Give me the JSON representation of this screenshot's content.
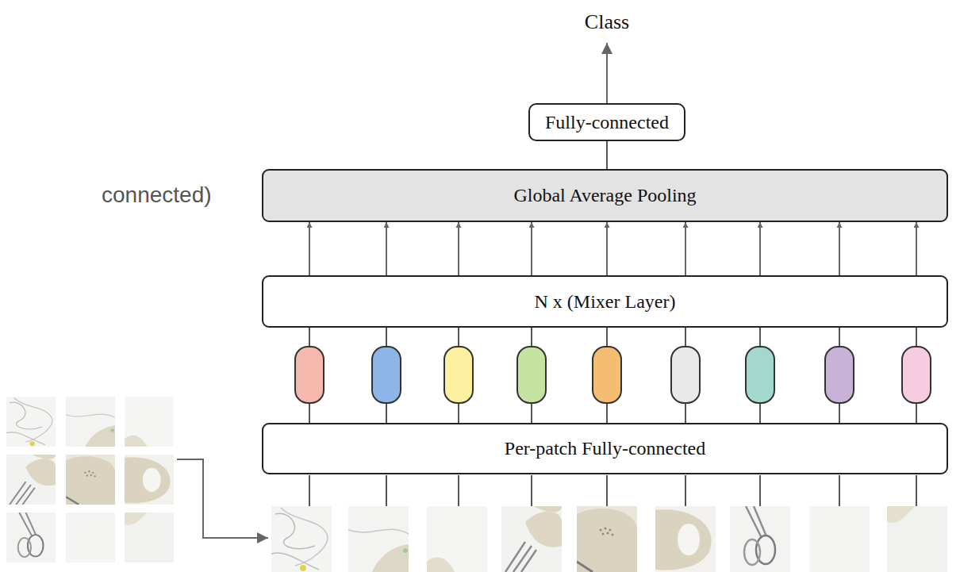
{
  "diagram": {
    "nodes": [
      {
        "text": [
          "Fully-connected"
        ]
      },
      {
        "text": [
          "Global Average Pooling"
        ]
      },
      {
        "text": [
          "N x (Mixer Layer)"
        ]
      },
      {
        "text": [
          "Per-patch Fully-connected"
        ]
      }
    ],
    "edges": [
      {
        "from": 1,
        "to": 0,
        "arrow": "none"
      },
      {
        "from": 2,
        "to": 1,
        "arrow": "to"
      },
      {
        "from": 2,
        "to": 1,
        "arrow": "to"
      },
      {
        "from": 2,
        "to": 1,
        "arrow": "to"
      },
      {
        "from": 2,
        "to": 1,
        "arrow": "to"
      },
      {
        "from": 2,
        "to": 1,
        "arrow": "to"
      },
      {
        "from": 2,
        "to": 1,
        "arrow": "to"
      },
      {
        "from": 2,
        "to": 1,
        "arrow": "to"
      },
      {
        "from": 2,
        "to": 1,
        "arrow": "to"
      },
      {
        "from": 2,
        "to": 1,
        "arrow": "to"
      },
      {
        "from": 3,
        "to": 2,
        "arrow": "none"
      },
      {
        "from": 3,
        "to": 2,
        "arrow": "none"
      },
      {
        "from": 3,
        "to": 2,
        "arrow": "none"
      },
      {
        "from": 3,
        "to": 2,
        "arrow": "none"
      },
      {
        "from": 3,
        "to": 2,
        "arrow": "none"
      },
      {
        "from": 3,
        "to": 2,
        "arrow": "none"
      },
      {
        "from": 3,
        "to": 2,
        "arrow": "none"
      },
      {
        "from": 3,
        "to": 2,
        "arrow": "none"
      },
      {
        "from": 3,
        "to": 2,
        "arrow": "none"
      }
    ],
    "labels": [
      "Class",
      "connected)"
    ]
  }
}
